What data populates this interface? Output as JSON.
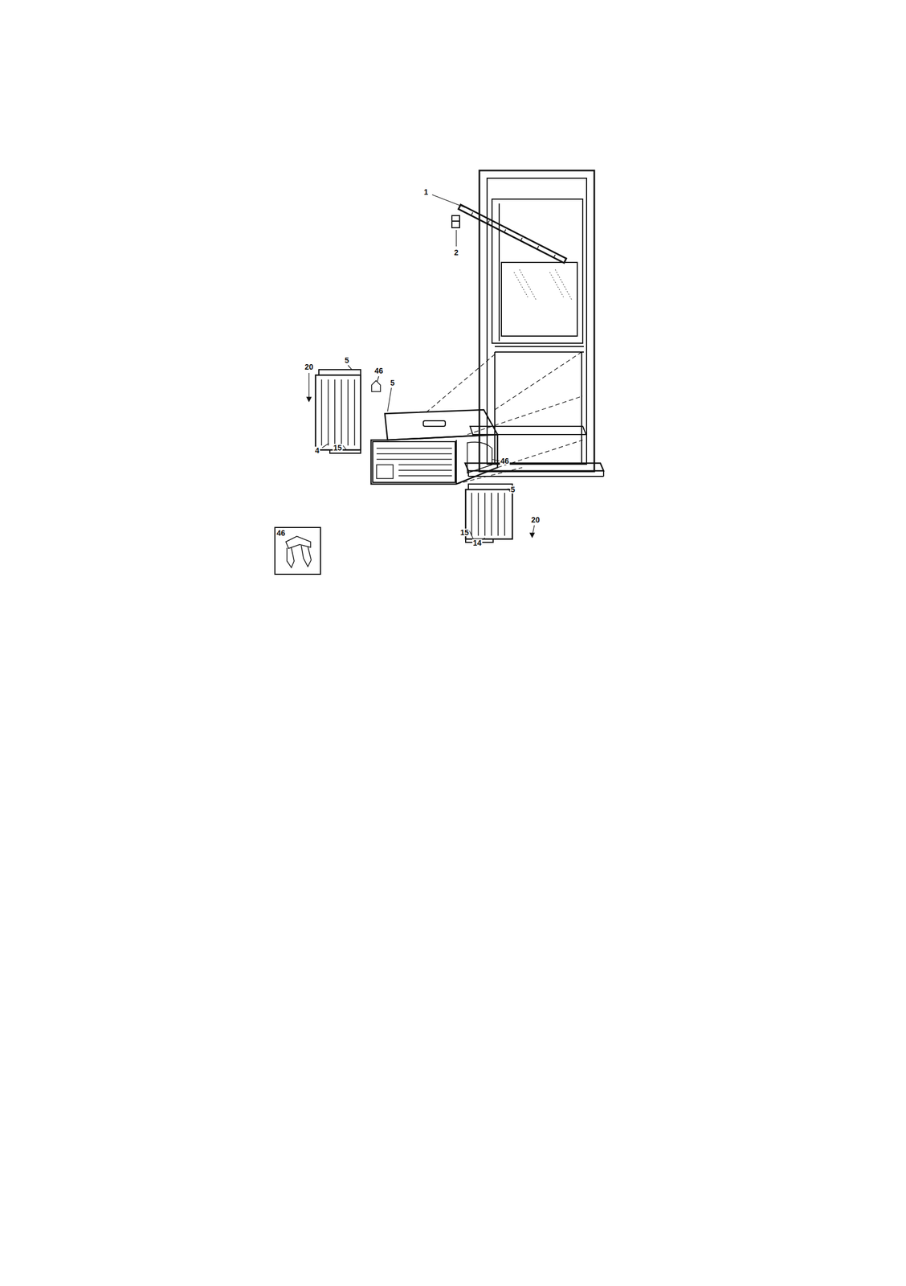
{
  "diagram": {
    "labels": [
      "1",
      "2",
      "20",
      "5",
      "46",
      "5",
      "4",
      "15",
      "46",
      "5",
      "20",
      "15",
      "14",
      "46"
    ]
  }
}
